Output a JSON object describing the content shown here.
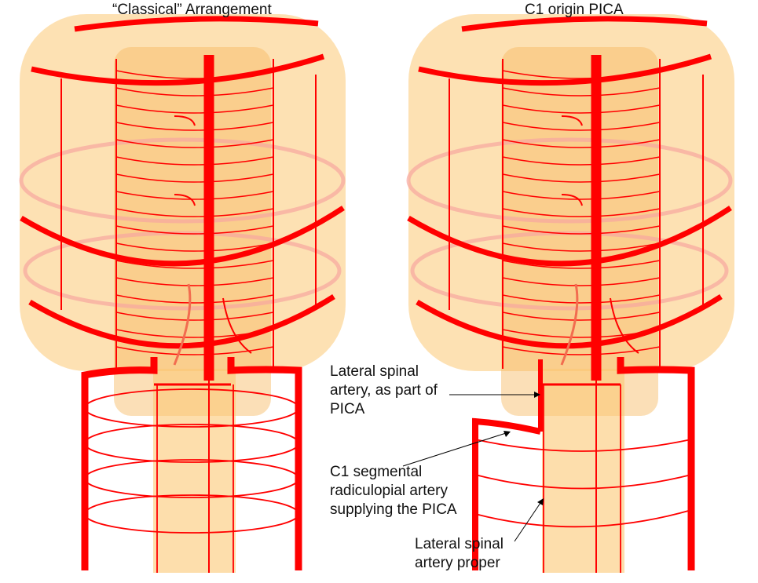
{
  "titles": {
    "left": "“Classical” Arrangement",
    "right": "C1 origin PICA"
  },
  "annotations": {
    "lateral_spinal_pica": "Lateral spinal\nartery, as part of\nPICA",
    "c1_segmental": "C1 segmental\nradiculopial artery\nsupplying the PICA",
    "lateral_spinal_proper": "Lateral spinal\nartery proper"
  },
  "colors": {
    "artery": "#ff0000",
    "tissue": "#fbc874",
    "tissue_light": "#fde1ad",
    "text": "#111111"
  }
}
